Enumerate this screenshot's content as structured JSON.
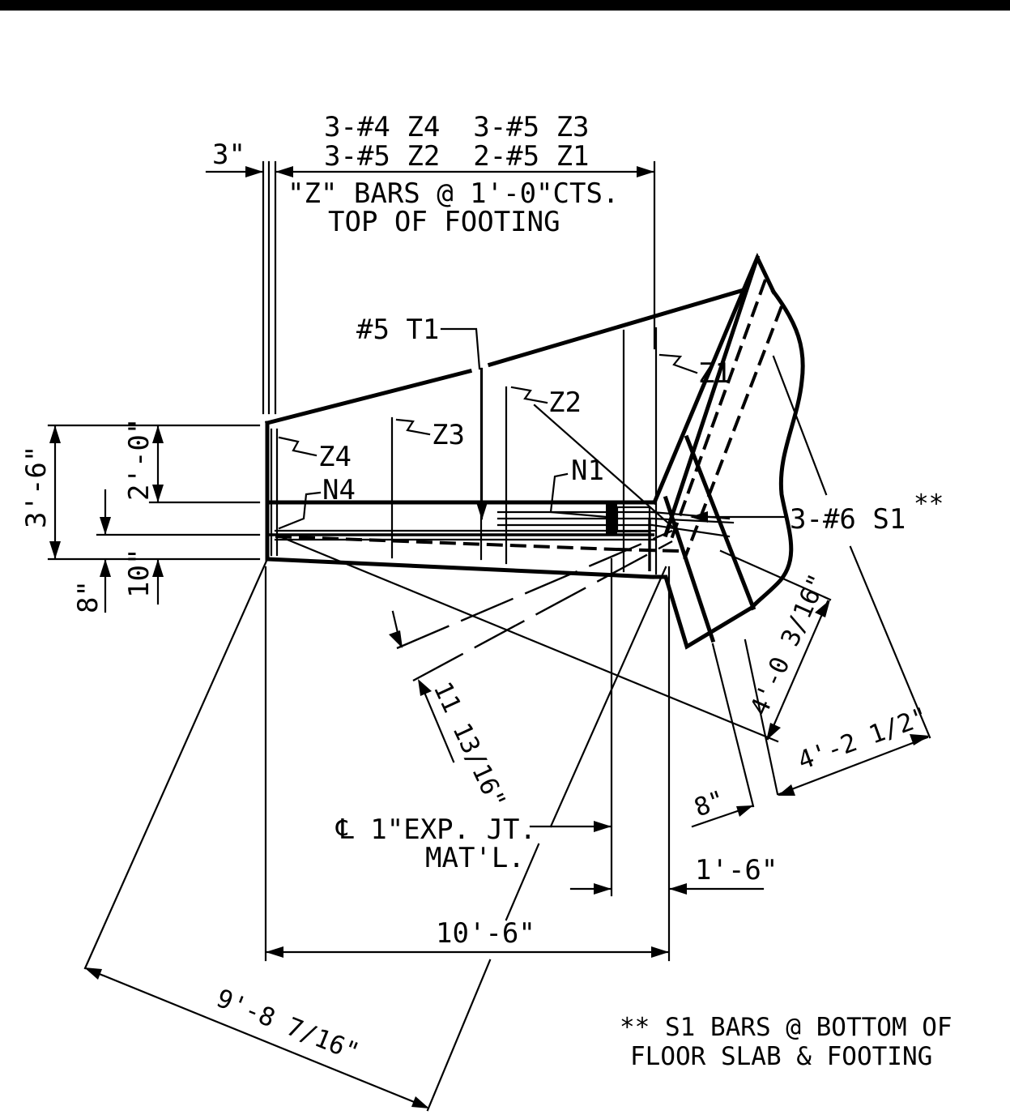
{
  "labels": {
    "z_bars_line1": "3-#4 Z4  3-#5 Z3",
    "z_bars_line2": "3-#5 Z2  2-#5 Z1",
    "z_bars_spacing": "\"Z\" BARS @ 1'-0\"CTS.",
    "z_bars_location": "TOP OF FOOTING",
    "dim_3in": "3\"",
    "bar_t1": "#5 T1",
    "bar_z1": "Z1",
    "bar_z2": "Z2",
    "bar_z3": "Z3",
    "bar_z4": "Z4",
    "bar_n1": "N1",
    "bar_n4": "N4",
    "bar_s1": "3-#6 S1",
    "bar_s1_mark": "**",
    "dim_3ft6": "3'-6\"",
    "dim_2ft0": "2'-0\"",
    "dim_10in": "10\"",
    "dim_8in_left": "8\"",
    "dim_11_13_16": "11 13/16\"",
    "dim_4ft_0_3_16": "4'-0 3/16\"",
    "dim_4ft_2_1_2": "4'-2 1/2\"",
    "dim_8in_right": "8\"",
    "exp_joint_line1": "℄ 1\"EXP. JT.",
    "exp_joint_line2": "MAT'L.",
    "dim_1ft6": "1'-6\"",
    "dim_10ft6": "10'-6\"",
    "dim_9ft_8_7_16": "9'-8 7/16\"",
    "note_line1": "** S1 BARS @ BOTTOM OF",
    "note_line2": "FLOOR SLAB & FOOTING"
  }
}
